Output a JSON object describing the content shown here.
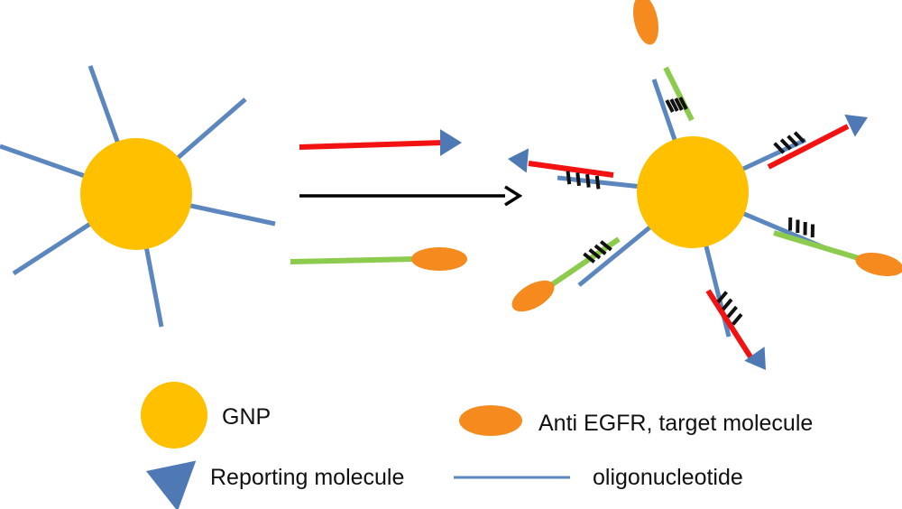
{
  "colors": {
    "gold": "#FFC000",
    "oligo": "#5B86BE",
    "red": "#F21212",
    "green": "#8CCB4E",
    "orange": "#F58A1F",
    "reporter": "#4F79B4",
    "tick": "#111111",
    "arrow": "#000000"
  },
  "legend": {
    "gnp": "GNP",
    "target": "Anti EGFR, target molecule",
    "reporter": "Reporting molecule",
    "oligo": "oligonucleotide"
  }
}
